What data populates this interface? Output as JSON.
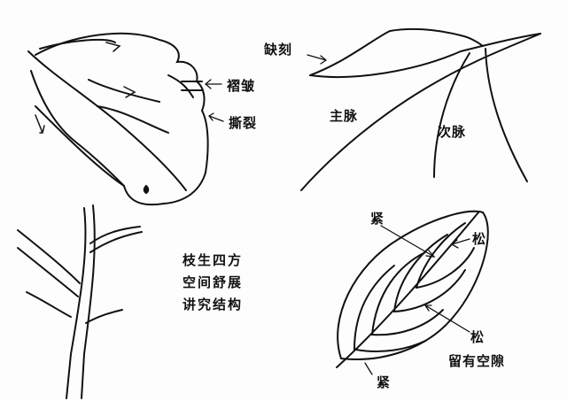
{
  "labels": {
    "wrinkle": "褶皱",
    "tear": "撕裂",
    "notch": "缺刻",
    "main_vein": "主脉",
    "secondary_vein": "次脉",
    "tight_top": "紧",
    "loose_top": "松",
    "loose_bottom": "松",
    "leave_gaps": "留有空隙",
    "tight_bottom": "紧"
  },
  "caption": [
    "枝生四方",
    "空间舒展",
    "讲究结构"
  ],
  "colors": {
    "ink": "#111111",
    "paper": "#fdfdfd"
  }
}
